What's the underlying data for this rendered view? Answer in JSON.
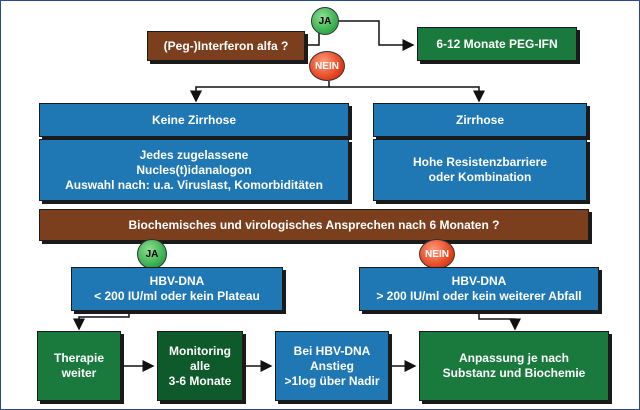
{
  "nodes": {
    "interferon_question": "(Peg-)Interferon alfa ?",
    "peg_ifn_result": "6-12 Monate PEG-IFN",
    "no_cirrhosis_header": "Keine Zirrhose",
    "cirrhosis_header": "Zirrhose",
    "no_cirrhosis_treatment": [
      "Jedes zugelassene",
      "Nucles(t)idanalogon",
      "Auswahl nach: u.a. Viruslast, Komorbiditäten"
    ],
    "cirrhosis_treatment": [
      "Hohe Resistenzbarriere",
      "oder Kombination"
    ],
    "response_question": "Biochemisches und virologisches Ansprechen nach  6 Monaten ?",
    "hbv_low": [
      "HBV-DNA",
      "< 200 IU/ml oder kein Plateau"
    ],
    "hbv_high": [
      "HBV-DNA",
      "> 200 IU/ml oder kein weiterer Abfall"
    ],
    "continue_therapy": [
      "Therapie",
      "weiter"
    ],
    "monitoring": [
      "Monitoring",
      "alle",
      "3-6 Monate"
    ],
    "hbv_rise": [
      "Bei HBV-DNA",
      "Anstieg",
      ">1log über Nadir"
    ],
    "adjustment": [
      "Anpassung je nach",
      "Substanz und Biochemie"
    ]
  },
  "decisions": {
    "yes_1": "JA",
    "no_1": "NEIN",
    "yes_2": "JA",
    "no_2": "NEIN"
  },
  "colors": {
    "brown": "#7b3f1e",
    "green": "#1a7a3e",
    "dark_green": "#0f5a2a",
    "blue": "#1f78b4",
    "yes_circle": "#2fa84a",
    "no_circle": "#e03a16"
  }
}
